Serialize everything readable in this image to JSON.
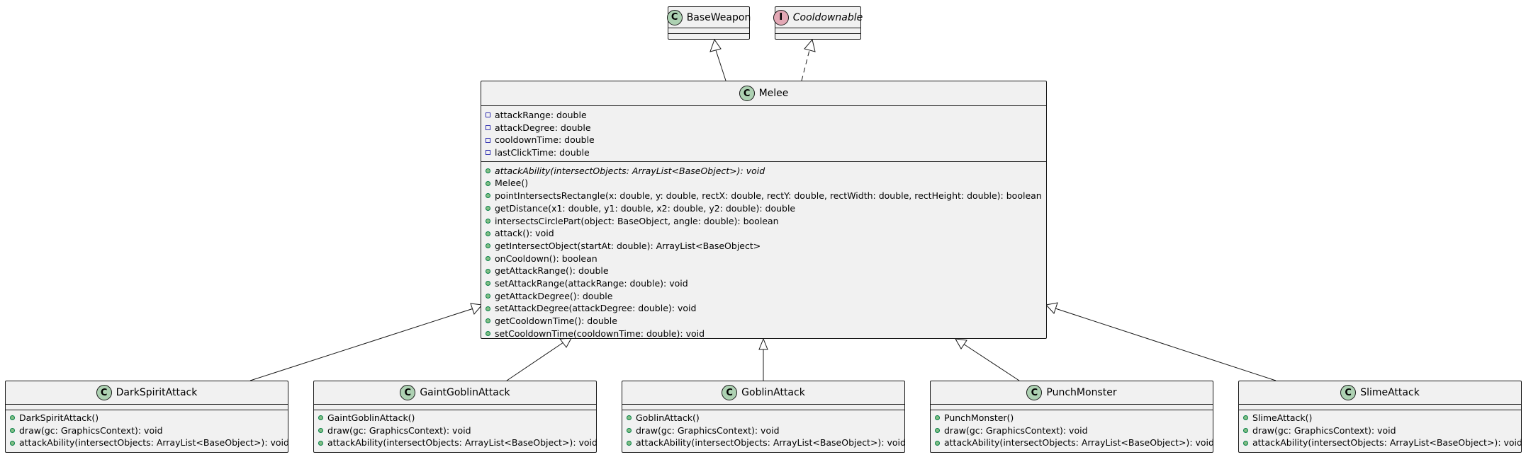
{
  "diagram": {
    "type": "uml-class-diagram",
    "colors": {
      "class_bg": "#f1f1f1",
      "border": "#181818",
      "class_icon": "#add1b2",
      "interface_icon": "#e3a8b5",
      "private_marker": "#3030b0",
      "public_marker": "#84be84"
    },
    "classes": {
      "baseweapon": {
        "stereotype": "C",
        "name": "BaseWeapon"
      },
      "cooldownable": {
        "stereotype": "I",
        "name": "Cooldownable"
      },
      "melee": {
        "stereotype": "C",
        "name": "Melee",
        "fields": [
          "attackRange: double",
          "attackDegree: double",
          "cooldownTime: double",
          "lastClickTime: double"
        ],
        "methods": [
          "attackAbility(intersectObjects: ArrayList<BaseObject>): void",
          "Melee()",
          "pointIntersectsRectangle(x: double, y: double, rectX: double, rectY: double, rectWidth: double, rectHeight: double): boolean",
          "getDistance(x1: double, y1: double, x2: double, y2: double): double",
          "intersectsCirclePart(object: BaseObject, angle: double): boolean",
          "attack(): void",
          "getIntersectObject(startAt: double): ArrayList<BaseObject>",
          "onCooldown(): boolean",
          "getAttackRange(): double",
          "setAttackRange(attackRange: double): void",
          "getAttackDegree(): double",
          "setAttackDegree(attackDegree: double): void",
          "getCooldownTime(): double",
          "setCooldownTime(cooldownTime: double): void"
        ]
      },
      "darkspirit": {
        "stereotype": "C",
        "name": "DarkSpiritAttack",
        "methods": [
          "DarkSpiritAttack()",
          "draw(gc: GraphicsContext): void",
          "attackAbility(intersectObjects: ArrayList<BaseObject>): void"
        ]
      },
      "gaintgoblin": {
        "stereotype": "C",
        "name": "GaintGoblinAttack",
        "methods": [
          "GaintGoblinAttack()",
          "draw(gc: GraphicsContext): void",
          "attackAbility(intersectObjects: ArrayList<BaseObject>): void"
        ]
      },
      "goblin": {
        "stereotype": "C",
        "name": "GoblinAttack",
        "methods": [
          "GoblinAttack()",
          "draw(gc: GraphicsContext): void",
          "attackAbility(intersectObjects: ArrayList<BaseObject>): void"
        ]
      },
      "punch": {
        "stereotype": "C",
        "name": "PunchMonster",
        "methods": [
          "PunchMonster()",
          "draw(gc: GraphicsContext): void",
          "attackAbility(intersectObjects: ArrayList<BaseObject>): void"
        ]
      },
      "slime": {
        "stereotype": "C",
        "name": "SlimeAttack",
        "methods": [
          "SlimeAttack()",
          "draw(gc: GraphicsContext): void",
          "attackAbility(intersectObjects: ArrayList<BaseObject>): void"
        ]
      }
    }
  }
}
